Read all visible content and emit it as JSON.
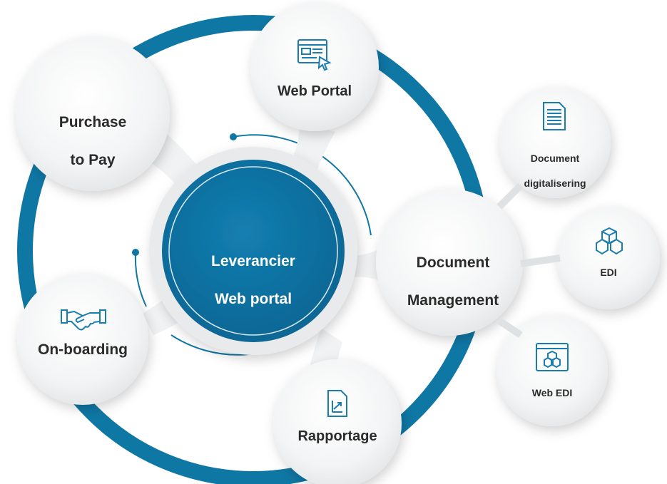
{
  "center": {
    "line1": "Leverancier",
    "line2": "Web portal"
  },
  "nodes": {
    "purchase_to_pay": {
      "line1": "Purchase",
      "line2": "to Pay"
    },
    "web_portal": {
      "label": "Web Portal",
      "icon": "web-browser-cursor-icon"
    },
    "document_management": {
      "line1": "Document",
      "line2": "Management"
    },
    "on_boarding": {
      "label": "On-boarding",
      "icon": "handshake-icon"
    },
    "rapportage": {
      "label": "Rapportage",
      "icon": "report-chart-icon"
    },
    "document_digitalisering": {
      "line1": "Document",
      "line2": "digitalisering",
      "icon": "document-icon"
    },
    "edi": {
      "label": "EDI",
      "icon": "cubes-icon"
    },
    "web_edi": {
      "label": "Web EDI",
      "icon": "browser-cubes-icon"
    }
  },
  "colors": {
    "ring": "#0f77a4",
    "center_fill": "#0b6e9c",
    "bubble": "#f2f3f4",
    "text": "#2b2b2b",
    "icon": "#1a7db0"
  }
}
